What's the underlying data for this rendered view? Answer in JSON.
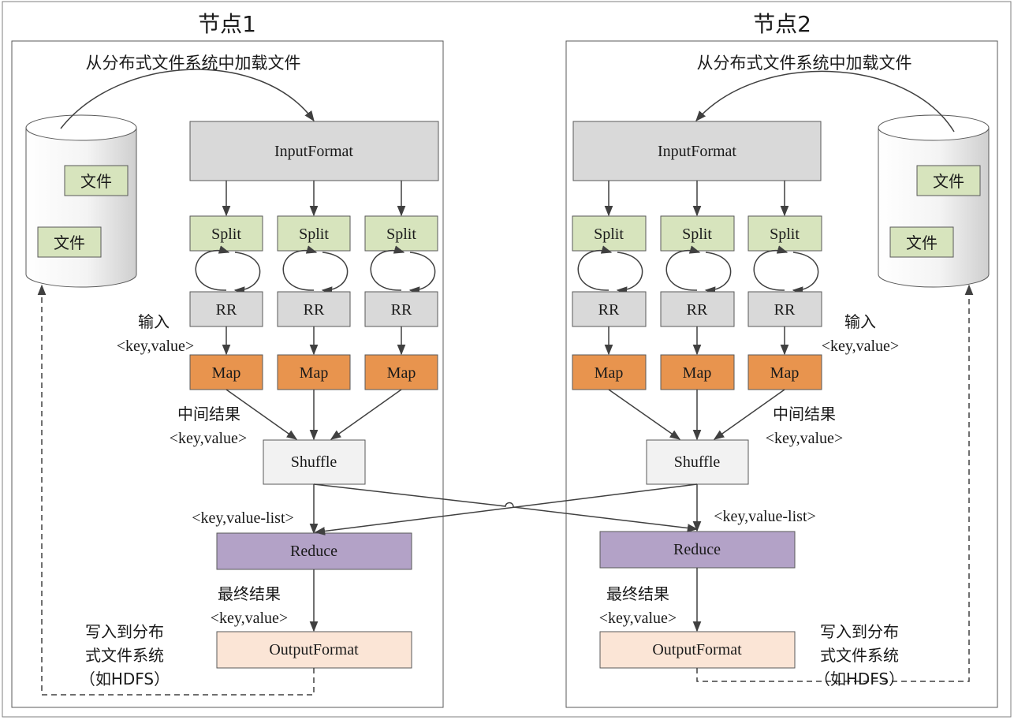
{
  "nodes": [
    {
      "title": "节点1",
      "load_label": "从分布式文件系统中加载文件",
      "file_labels": [
        "文件",
        "文件"
      ],
      "input_format": "InputFormat",
      "splits": [
        "Split",
        "Split",
        "Split"
      ],
      "rrs": [
        "RR",
        "RR",
        "RR"
      ],
      "maps": [
        "Map",
        "Map",
        "Map"
      ],
      "input_kv": [
        "输入",
        "<key,value>"
      ],
      "intermediate_kv": [
        "中间结果",
        "<key,value>"
      ],
      "shuffle": "Shuffle",
      "value_list": "<key,value-list>",
      "reduce": "Reduce",
      "final_kv": [
        "最终结果",
        "<key,value>"
      ],
      "output_format": "OutputFormat",
      "write_label": [
        "写入到分布",
        "式文件系统",
        "（如HDFS）"
      ]
    },
    {
      "title": "节点2",
      "load_label": "从分布式文件系统中加载文件",
      "file_labels": [
        "文件",
        "文件"
      ],
      "input_format": "InputFormat",
      "splits": [
        "Split",
        "Split",
        "Split"
      ],
      "rrs": [
        "RR",
        "RR",
        "RR"
      ],
      "maps": [
        "Map",
        "Map",
        "Map"
      ],
      "input_kv": [
        "输入",
        "<key,value>"
      ],
      "intermediate_kv": [
        "中间结果",
        "<key,value>"
      ],
      "shuffle": "Shuffle",
      "value_list": "<key,value-list>",
      "reduce": "Reduce",
      "final_kv": [
        "最终结果",
        "<key,value>"
      ],
      "output_format": "OutputFormat",
      "write_label": [
        "写入到分布",
        "式文件系统",
        "（如HDFS）"
      ]
    }
  ],
  "colors": {
    "input_format": "#d9d9d9",
    "split": "#d7e4bd",
    "rr": "#d9d9d9",
    "map": "#e8944e",
    "shuffle": "#f2f2f2",
    "reduce": "#b3a2c7",
    "output_format": "#fbe5d6",
    "file": "#d7e4bd",
    "stroke": "#595959"
  }
}
